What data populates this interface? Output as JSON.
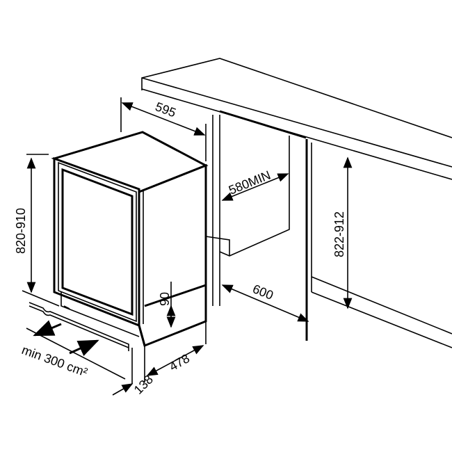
{
  "dimensions": {
    "width": "595",
    "depth_min": "580MIN",
    "height_range": "820-910",
    "cabinet_height": "822-912",
    "cabinet_depth": "600",
    "plinth": "90",
    "side_depth": "478",
    "front_offset": "138",
    "ventilation": "min 300 cm²"
  },
  "colors": {
    "line": "#000000",
    "background": "#ffffff"
  }
}
